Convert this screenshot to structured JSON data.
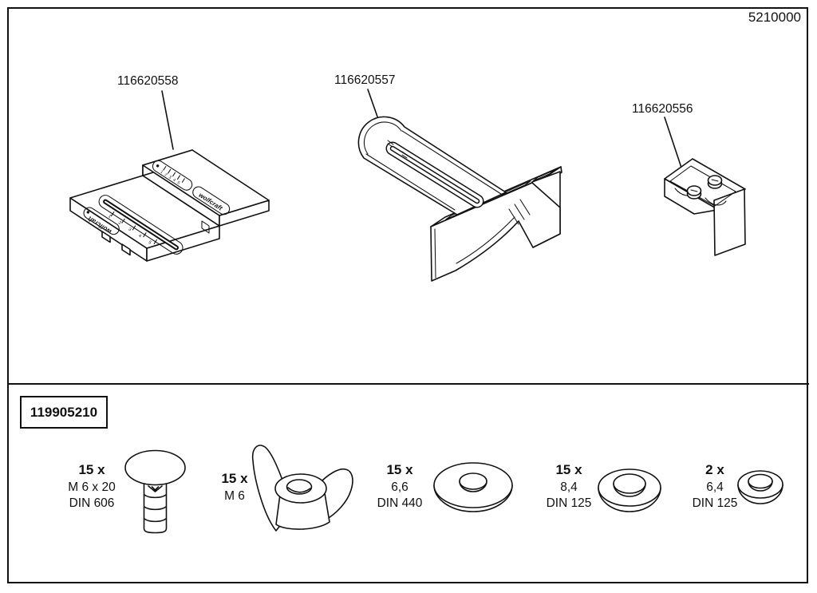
{
  "page": {
    "doc_number": "5210000"
  },
  "parts": [
    {
      "label": "116620558",
      "engraving": "wolfcraft",
      "scale_marks": "12345"
    },
    {
      "label": "116620557"
    },
    {
      "label": "116620556"
    }
  ],
  "hardware_kit": {
    "box_label": "119905210",
    "items": [
      {
        "qty": "15 x",
        "size": "M 6 x 20",
        "standard": "DIN 606",
        "icon": "carriage-bolt-icon"
      },
      {
        "qty": "15 x",
        "size": "M 6",
        "standard": "",
        "icon": "wing-nut-icon"
      },
      {
        "qty": "15 x",
        "size": "6,6",
        "standard": "DIN 440",
        "icon": "washer-large-icon"
      },
      {
        "qty": "15 x",
        "size": "8,4",
        "standard": "DIN 125",
        "icon": "washer-medium-icon"
      },
      {
        "qty": "2 x",
        "size": "6,4",
        "standard": "DIN 125",
        "icon": "washer-small-icon"
      }
    ]
  },
  "colors": {
    "line": "#111111",
    "background": "#ffffff"
  }
}
